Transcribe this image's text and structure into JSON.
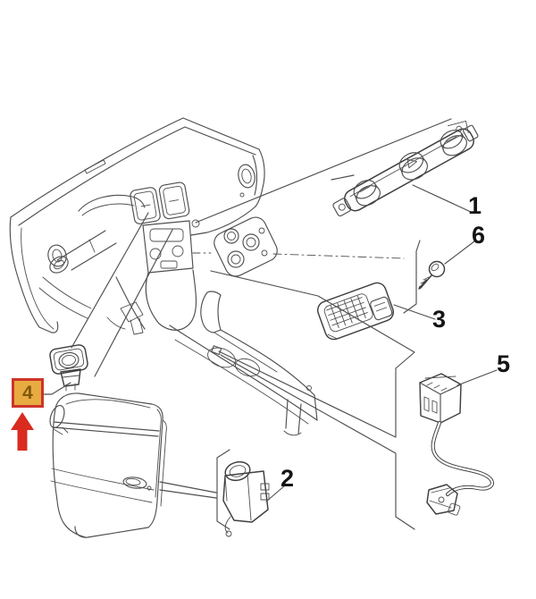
{
  "diagram": {
    "background": "#ffffff",
    "line_color": "#4f4f4f",
    "label_color": "#141414"
  },
  "labels": {
    "p1": "1",
    "p2": "2",
    "p3": "3",
    "p4": "4",
    "p5": "5",
    "p6": "6"
  },
  "highlight": {
    "selected_part": "4",
    "badge_fill": "#e7ab41",
    "badge_border": "#cd3429",
    "badge_text_color": "#82590a",
    "arrow_color": "#da2b1f",
    "arrow_direction": "up"
  }
}
